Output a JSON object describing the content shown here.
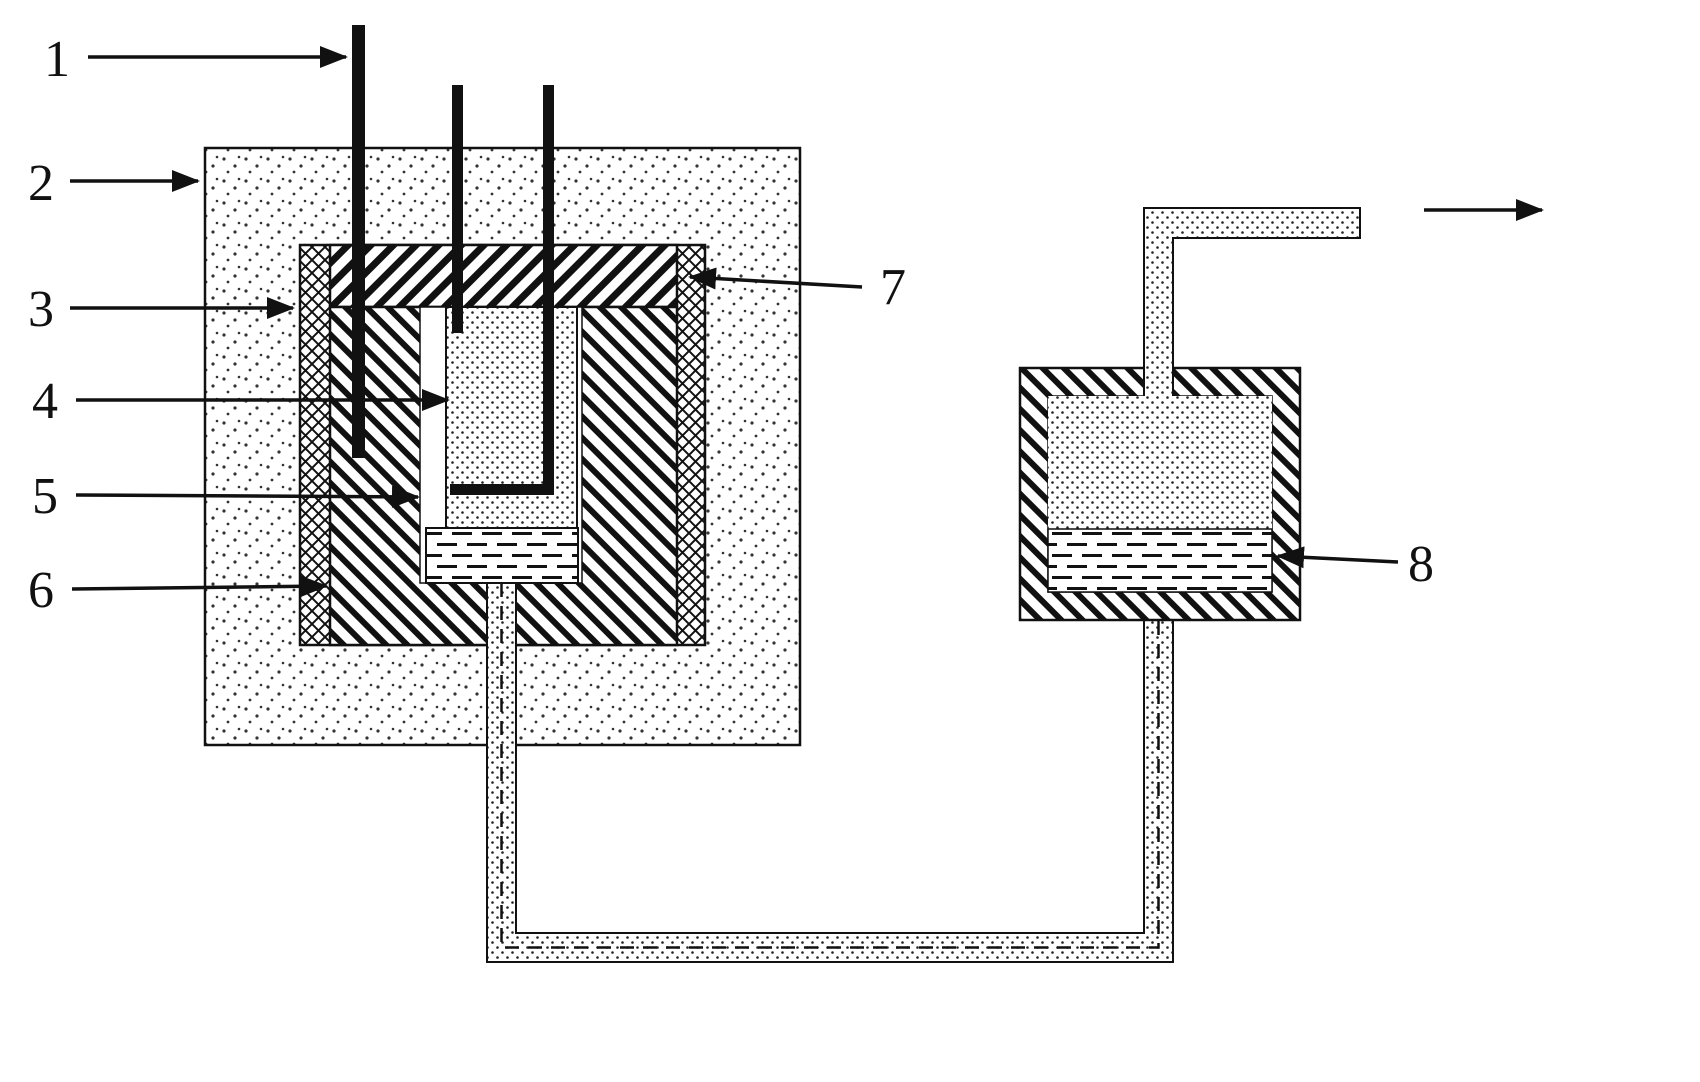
{
  "diagram": {
    "kind": "apparatus-schematic",
    "labels": {
      "l1": "1",
      "l2": "2",
      "l3": "3",
      "l4": "4",
      "l5": "5",
      "l6": "6",
      "l7": "7",
      "l8": "8"
    },
    "colors": {
      "ink": "#111111",
      "paper": "#ffffff"
    }
  }
}
